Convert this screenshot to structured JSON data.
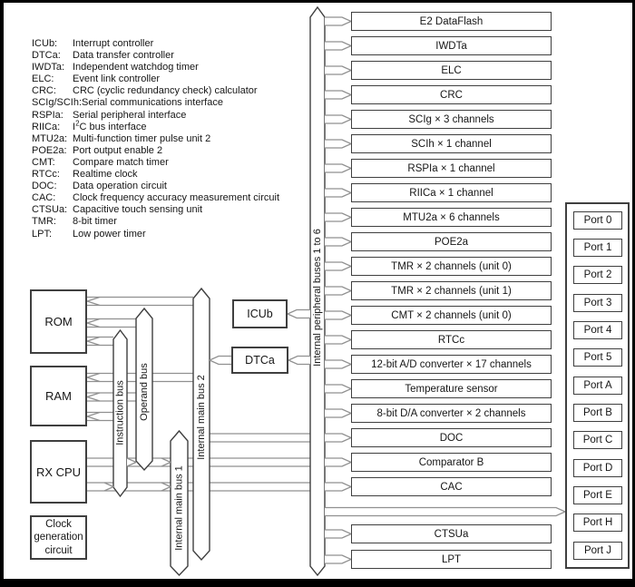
{
  "legend": {
    "items": [
      {
        "abbr": "ICUb:",
        "desc": "Interrupt controller"
      },
      {
        "abbr": "DTCa:",
        "desc": "Data transfer controller"
      },
      {
        "abbr": "IWDTa:",
        "desc": "Independent watchdog timer"
      },
      {
        "abbr": "ELC:",
        "desc": "Event link controller"
      },
      {
        "abbr": "CRC:",
        "desc": "CRC (cyclic redundancy check) calculator"
      },
      {
        "abbr": "SCIg/SCIh:",
        "desc": "Serial communications interface"
      },
      {
        "abbr": "RSPIa:",
        "desc": "Serial peripheral interface"
      },
      {
        "abbr": "RIICa:",
        "desc_pre": "I",
        "desc_sup": "2",
        "desc_post": "C bus interface"
      },
      {
        "abbr": "MTU2a:",
        "desc": "Multi-function timer pulse unit 2"
      },
      {
        "abbr": "POE2a:",
        "desc": "Port output enable 2"
      },
      {
        "abbr": "CMT:",
        "desc": "Compare match timer"
      },
      {
        "abbr": "RTCc:",
        "desc": "Realtime clock"
      },
      {
        "abbr": "DOC:",
        "desc": "Data operation circuit"
      },
      {
        "abbr": "CAC:",
        "desc": "Clock frequency accuracy measurement circuit"
      },
      {
        "abbr": "CTSUa:",
        "desc": "Capacitive touch sensing unit"
      },
      {
        "abbr": "TMR:",
        "desc": "8-bit timer"
      },
      {
        "abbr": "LPT:",
        "desc": "Low power timer"
      }
    ]
  },
  "left_blocks": {
    "rom": "ROM",
    "ram": "RAM",
    "cpu": "RX CPU",
    "clock": "Clock generation circuit"
  },
  "mid_blocks": {
    "icub": "ICUb",
    "dtca": "DTCa"
  },
  "buses": {
    "instruction": "Instruction bus",
    "operand": "Operand bus",
    "main1": "Internal main bus 1",
    "main2": "Internal main bus 2",
    "peripheral": "Internal peripheral buses 1 to 6"
  },
  "peripherals": [
    "E2 DataFlash",
    "IWDTa",
    "ELC",
    "CRC",
    "SCIg × 3 channels",
    "SCIh × 1 channel",
    "RSPIa × 1 channel",
    "RIICa × 1 channel",
    "MTU2a × 6 channels",
    "POE2a",
    "TMR × 2 channels (unit 0)",
    "TMR × 2 channels (unit 1)",
    "CMT × 2 channels (unit 0)",
    "RTCc",
    "12-bit A/D converter × 17 channels",
    "Temperature sensor",
    "8-bit D/A converter × 2 channels",
    "DOC",
    "Comparator B",
    "CAC",
    "CTSUa",
    "LPT"
  ],
  "ports": [
    "Port 0",
    "Port 1",
    "Port 2",
    "Port 3",
    "Port 4",
    "Port 5",
    "Port A",
    "Port B",
    "Port C",
    "Port D",
    "Port E",
    "Port H",
    "Port J"
  ]
}
